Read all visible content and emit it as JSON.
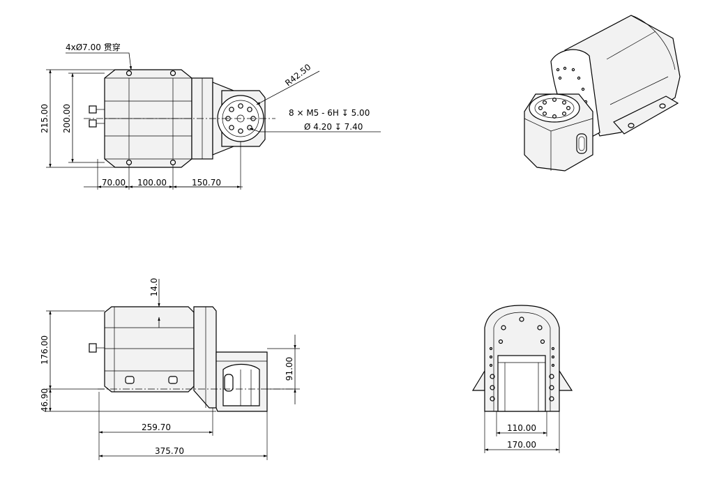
{
  "top_view": {
    "hole_note": "4xØ7.00 贯穿",
    "radius": "R42.50",
    "thread_note": "8 ×  M5 - 6H ↧ 5.00",
    "drill_note": "Ø 4.20 ↧ 7.40",
    "dim_height_outer": "215.00",
    "dim_height_inner": "200.00",
    "dim_a": "70.00",
    "dim_b": "100.00",
    "dim_c": "150.70"
  },
  "front_view": {
    "dim_top": "14.0",
    "dim_height": "176.00",
    "dim_offset": "46.90",
    "dim_flange": "91.00",
    "dim_body": "259.70",
    "dim_total": "375.70"
  },
  "side_view": {
    "dim_inner": "110.00",
    "dim_outer": "170.00"
  }
}
